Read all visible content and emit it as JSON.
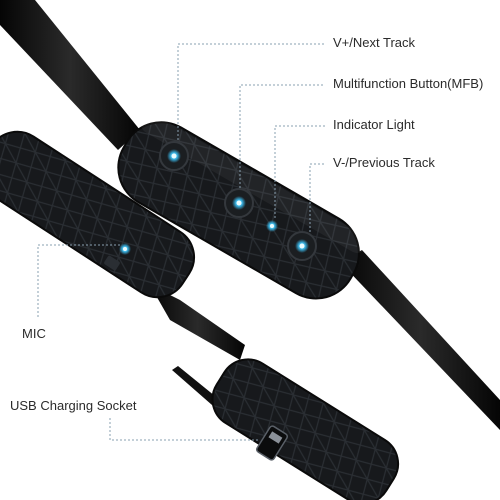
{
  "callouts": {
    "v_plus": "V+/Next Track",
    "mfb": "Multifunction Button(MFB)",
    "indicator": "Indicator Light",
    "v_minus": "V-/Previous Track",
    "mic": "MIC",
    "usb": "USB Charging Socket"
  },
  "colors": {
    "body": "#16181b",
    "cable": "#0c0c0c",
    "accent_glow": "#39b5e6",
    "leader_line": "#8aa0b0"
  }
}
